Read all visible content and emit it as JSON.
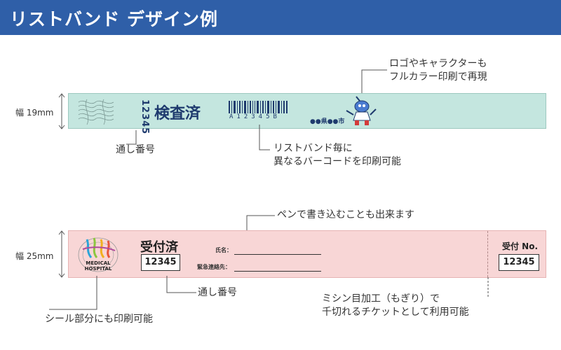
{
  "header": {
    "title": "リストバンド デザイン例"
  },
  "band1": {
    "width_label": "幅 19mm",
    "serial": "12345",
    "status": "検査済",
    "barcode_code": "A12345B",
    "city": "●●県●●市",
    "notes": {
      "logo_line1": "ロゴやキャラクターも",
      "logo_line2": "フルカラー印刷で再現",
      "serial": "通し番号",
      "barcode_line1": "リストバンド毎に",
      "barcode_line2": "異なるバーコードを印刷可能"
    }
  },
  "band2": {
    "width_label": "幅 25mm",
    "logo_text_line1": "MEDICAL",
    "logo_text_line2": "HOSPITAL",
    "status": "受付済",
    "serial": "12345",
    "name_label": "氏名：",
    "contact_label": "緊急連絡先：",
    "reception_label": "受付 No.",
    "reception_no": "12345",
    "notes": {
      "pen": "ペンで書き込むことも出来ます",
      "serial": "通し番号",
      "seal": "シール部分にも印刷可能",
      "perf_line1": "ミシン目加工（もぎり）で",
      "perf_line2": "千切れるチケットとして利用可能"
    }
  },
  "colors": {
    "header_bg": "#2f5fa8",
    "band1_bg": "#c4e6df",
    "band2_bg": "#f8d6d6",
    "navy_text": "#1f3b6e"
  }
}
